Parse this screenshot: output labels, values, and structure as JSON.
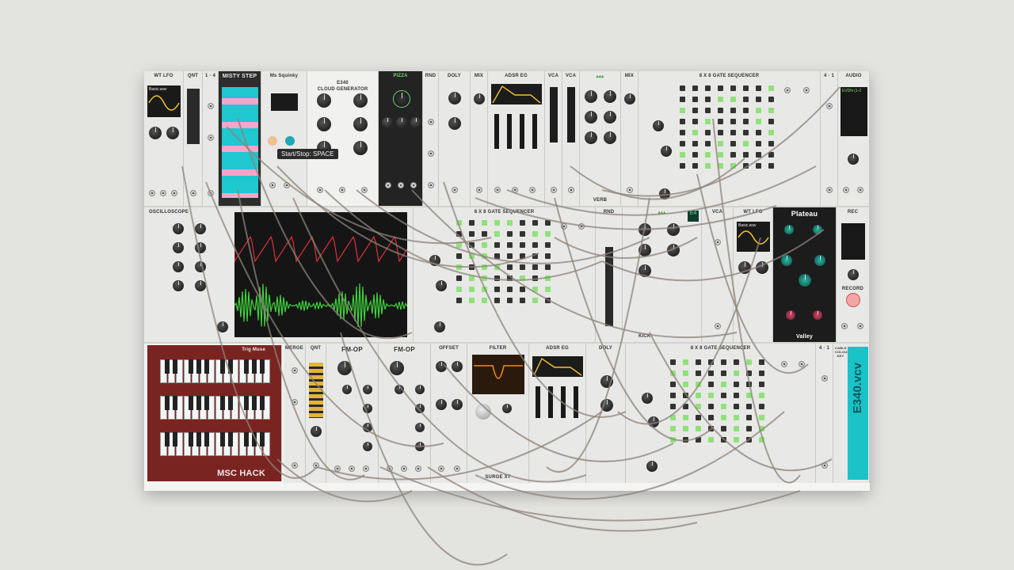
{
  "tooltip": "Start/Stop: SPACE",
  "patch_label": "E340.vcv",
  "modules_row1": [
    {
      "id": "wtlfo1",
      "title": "WT LFO",
      "dark": false,
      "sub": "Basic.wav"
    },
    {
      "id": "qnt1",
      "title": "QNT",
      "dark": false
    },
    {
      "id": "split1",
      "title": "1 · 4",
      "dark": false
    },
    {
      "id": "misty",
      "title": "MISTY STEP",
      "dark": true
    },
    {
      "id": "squinkytron",
      "title": "Ms Squinky",
      "dark": false
    },
    {
      "id": "cloud",
      "title": "CLOUD GENERATOR",
      "dark": false,
      "sub": "E340"
    },
    {
      "id": "pizza",
      "title": "PIZZA",
      "dark": true
    },
    {
      "id": "rnd1",
      "title": "RND",
      "dark": false
    },
    {
      "id": "doly1",
      "title": "DOLY",
      "dark": false
    },
    {
      "id": "mix1",
      "title": "MIX",
      "dark": false
    },
    {
      "id": "adsr1",
      "title": "ADSR EG",
      "dark": false
    },
    {
      "id": "vca1",
      "title": "VCA",
      "dark": false
    },
    {
      "id": "vca2",
      "title": "VCA",
      "dark": false
    },
    {
      "id": "verb1",
      "title": "VERB",
      "dark": false
    },
    {
      "id": "mix2",
      "title": "MIX",
      "dark": false
    },
    {
      "id": "gseq1",
      "title": "8 X 8 GATE SEQUENCER",
      "dark": false
    },
    {
      "id": "split2",
      "title": "4 · 1",
      "dark": false
    },
    {
      "id": "audio1",
      "title": "AUDIO",
      "dark": false,
      "sub": "EVDN (1-2"
    }
  ],
  "modules_row2": [
    {
      "id": "scope",
      "title": "OSCILLOSCOPE",
      "dark": false
    },
    {
      "id": "gseq2",
      "title": "8 X 8 GATE SEQUENCER",
      "dark": false
    },
    {
      "id": "rnd2",
      "title": "RND",
      "dark": false
    },
    {
      "id": "kick",
      "title": "KICK",
      "dark": false
    },
    {
      "id": "vca3",
      "title": "VCA",
      "dark": false
    },
    {
      "id": "wtlfo2",
      "title": "WT LFO",
      "dark": false,
      "sub": "Basic.wav"
    },
    {
      "id": "plateau",
      "title": "Plateau",
      "dark": true,
      "sub": "Valley"
    },
    {
      "id": "rec",
      "title": "REC",
      "dark": false,
      "sub": "RECORD"
    }
  ],
  "modules_row3": [
    {
      "id": "trigmuse",
      "title": "Trig Muse",
      "dark": false,
      "sub": "MSC HACK"
    },
    {
      "id": "merge",
      "title": "MERGE",
      "dark": false
    },
    {
      "id": "qnt2",
      "title": "QNT",
      "dark": false
    },
    {
      "id": "fmop1",
      "title": "FM-OP",
      "dark": false
    },
    {
      "id": "fmop2",
      "title": "FM-OP",
      "dark": false
    },
    {
      "id": "offset1",
      "title": "OFFSET",
      "dark": false
    },
    {
      "id": "filter",
      "title": "FILTER",
      "dark": false,
      "sub": "SURGE XT"
    },
    {
      "id": "adsr2",
      "title": "ADSR EG",
      "dark": false
    },
    {
      "id": "doly2",
      "title": "DOLY",
      "dark": false
    },
    {
      "id": "gseq3",
      "title": "8 X 8 GATE SEQUENCER",
      "dark": false
    },
    {
      "id": "split3",
      "title": "4 · 1",
      "dark": false
    },
    {
      "id": "cable",
      "title": "CABLE COLOUR KEY",
      "dark": false
    }
  ],
  "colors": {
    "rack_bg": "#f4f4f2",
    "gate_on": "#8fe27a",
    "scope_red": "#e0303a",
    "scope_green": "#3fd43a",
    "patch_teal": "#19c3c7",
    "trig_red": "#7a2422",
    "filter_orange": "#f08a1e",
    "cable": "#8c8378"
  }
}
